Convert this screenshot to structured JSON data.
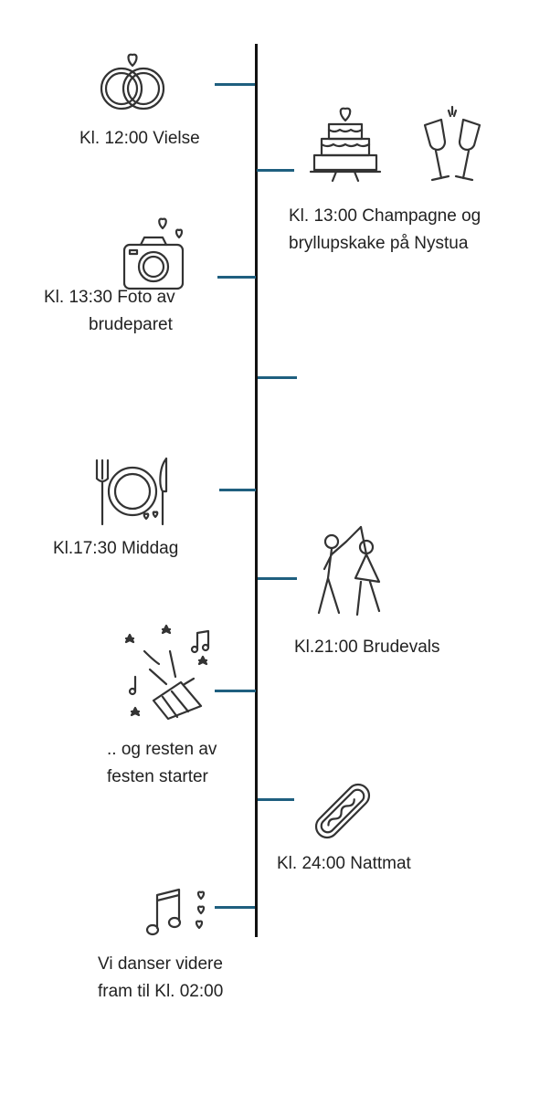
{
  "accent_color": "#1f5f7f",
  "events": [
    {
      "icon": "wedding-rings-icon",
      "lines": [
        "Kl. 12:00 Vielse"
      ]
    },
    {
      "icon": "cake-and-champagne-icon",
      "lines": [
        "Kl. 13:00 Champagne og",
        "bryllupskake på Nystua"
      ]
    },
    {
      "icon": "camera-icon",
      "lines": [
        "Kl. 13:30 Foto av",
        "brudeparet"
      ]
    },
    {
      "icon": "plate-cutlery-icon",
      "lines": [
        "Kl.17:30 Middag"
      ]
    },
    {
      "icon": "dancing-couple-icon",
      "lines": [
        "Kl.21:00 Brudevals"
      ]
    },
    {
      "icon": "party-popper-icon",
      "lines": [
        ".. og resten av",
        "festen starter"
      ]
    },
    {
      "icon": "hotdog-icon",
      "lines": [
        "Kl. 24:00 Nattmat"
      ]
    },
    {
      "icon": "music-notes-icon",
      "lines": [
        "Vi danser videre",
        "fram til Kl. 02:00"
      ]
    }
  ]
}
